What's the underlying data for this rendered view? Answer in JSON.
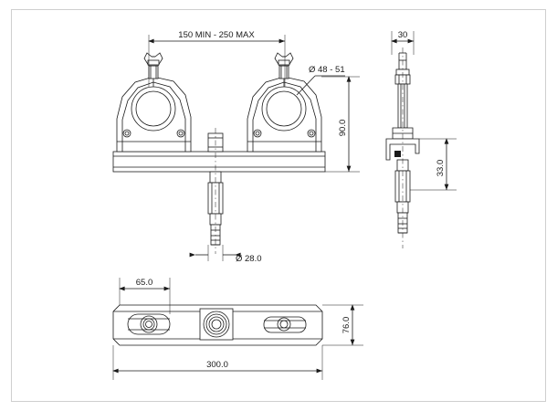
{
  "drawing": {
    "title": "Truss clamp bracket technical drawing",
    "background_color": "#ffffff",
    "line_color": "#1a1a1a",
    "border_color": "#cfcfcf",
    "dimensions": {
      "span_min_max": "150 MIN - 250 MAX",
      "clamp_diameter": "Ø 48 - 51",
      "height_90": "90.0",
      "pin_diameter": "Ø 28.0",
      "side_width_30": "30",
      "side_height_33": "33.0",
      "plan_offset_65": "65.0",
      "plan_depth_76": "76.0",
      "plan_length_300": "300.0"
    }
  }
}
